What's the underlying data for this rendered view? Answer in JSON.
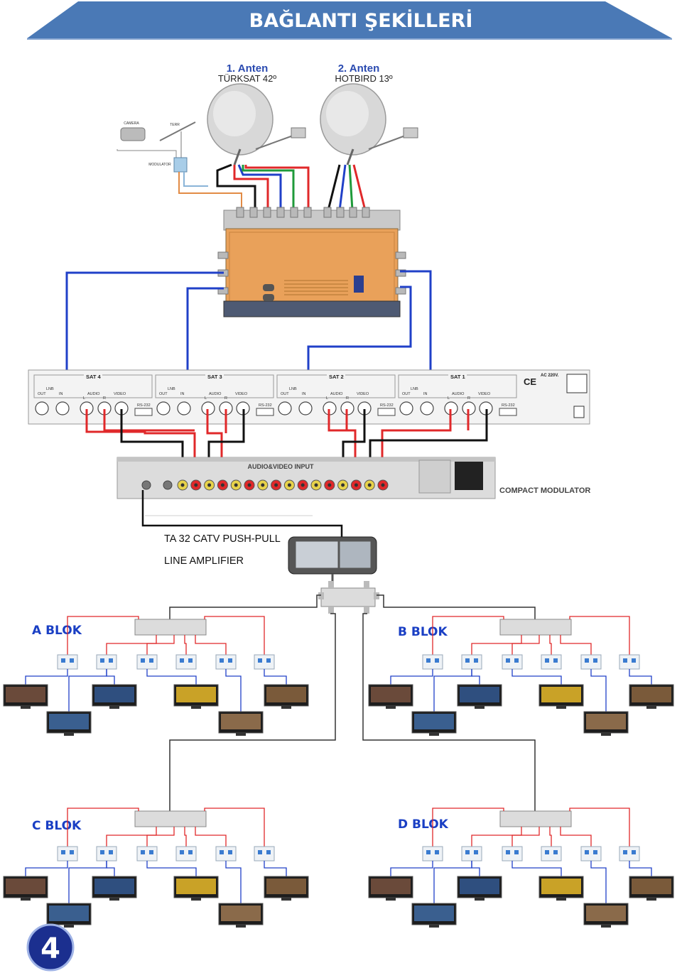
{
  "header": {
    "title": "BAĞLANTI ŞEKİLLERİ"
  },
  "antennas": [
    {
      "number": "1. Anten",
      "name": "TÜRKSAT 42º"
    },
    {
      "number": "2. Anten",
      "name": "HOTBIRD 13º"
    }
  ],
  "devices": {
    "camera": "CAMERA",
    "terr": "TERR",
    "modulator": "MODULATOR"
  },
  "receiver_panel": {
    "sections": [
      {
        "title": "SAT 4",
        "lnb": "LNB",
        "out": "OUT",
        "in": "IN",
        "audio": "AUDIO",
        "l": "L",
        "r": "R",
        "video": "VIDEO",
        "rs": "RS-232"
      },
      {
        "title": "SAT 3",
        "lnb": "LNB",
        "out": "OUT",
        "in": "IN",
        "audio": "AUDIO",
        "l": "L",
        "r": "R",
        "video": "VIDEO",
        "rs": "RS-232"
      },
      {
        "title": "SAT 2",
        "lnb": "LNB",
        "out": "OUT",
        "in": "IN",
        "audio": "AUDIO",
        "l": "L",
        "r": "R",
        "video": "VIDEO",
        "rs": "RS-232"
      },
      {
        "title": "SAT 1",
        "lnb": "LNB",
        "out": "OUT",
        "in": "IN",
        "audio": "AUDIO",
        "l": "L",
        "r": "R",
        "video": "VIDEO",
        "rs": "RS-232"
      }
    ],
    "ac": "AC 220V.",
    "ce": "CE"
  },
  "modulator_unit": {
    "input_label": "AUDIO&VIDEO INPUT",
    "label": "COMPACT MODULATOR"
  },
  "amplifier": {
    "line1": "TA 32 CATV PUSH-PULL",
    "line2": "LINE AMPLIFIER"
  },
  "blocks": [
    {
      "label": "A BLOK"
    },
    {
      "label": "B BLOK"
    },
    {
      "label": "C BLOK"
    },
    {
      "label": "D BLOK"
    }
  ],
  "page_number": "4",
  "colors": {
    "header_blue": "#4a79b6",
    "wire_red": "#e0282a",
    "wire_blue": "#2040c8",
    "wire_green": "#1f9a3a",
    "wire_black": "#111111",
    "block_label_blue": "#1a3fc4",
    "multiswitch_orange": "#e9a15a",
    "page_badge": "#1b2f8f"
  }
}
